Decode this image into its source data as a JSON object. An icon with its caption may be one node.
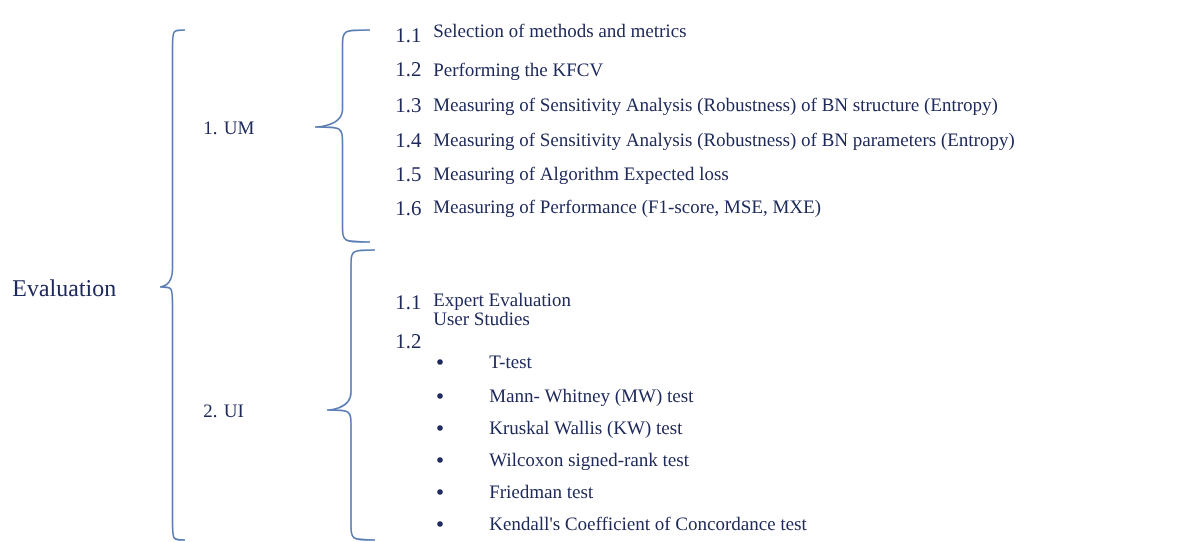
{
  "diagram": {
    "labels": [
      "Evaluation",
      "1. UM",
      "1.1",
      "Selection of methods and metrics",
      "1.2",
      "Performing the KFCV",
      "1.3",
      "Measuring of Sensitivity Analysis (Robustness) of BN structure (Entropy)",
      "1.4",
      "Measuring of Sensitivity Analysis (Robustness) of BN parameters (Entropy)",
      "1.5",
      "Measuring of Algorithm Expected loss",
      "1.6",
      "Measuring of Performance (F1-score, MSE, MXE)",
      "2. UI",
      "1.1",
      "Expert Evaluation",
      "1.2",
      "User Studies",
      "T-test",
      "Mann- Whitney (MW) test",
      "Kruskal Wallis (KW) test",
      "Wilcoxon signed-rank test",
      "Friedman test",
      "Kendall's Coefficient of Concordance test"
    ]
  }
}
